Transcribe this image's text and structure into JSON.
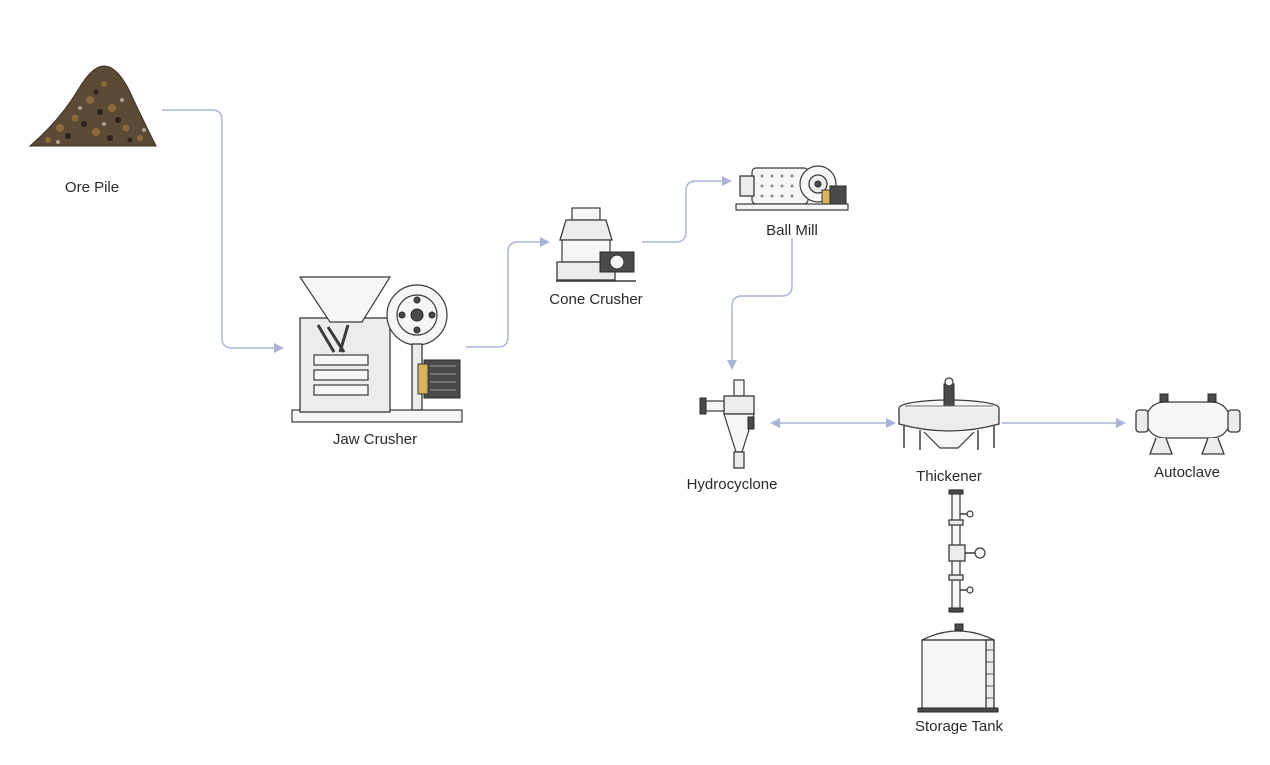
{
  "diagram": {
    "nodes": [
      {
        "id": "ore_pile",
        "label": "Ore Pile",
        "icon": "ore-pile-icon"
      },
      {
        "id": "jaw_crusher",
        "label": "Jaw Crusher",
        "icon": "jaw-crusher-icon"
      },
      {
        "id": "cone_crusher",
        "label": "Cone Crusher",
        "icon": "cone-crusher-icon"
      },
      {
        "id": "ball_mill",
        "label": "Ball Mill",
        "icon": "ball-mill-icon"
      },
      {
        "id": "hydrocyclone",
        "label": "Hydrocyclone",
        "icon": "hydrocyclone-icon"
      },
      {
        "id": "thickener",
        "label": "Thickener",
        "icon": "thickener-icon"
      },
      {
        "id": "autoclave",
        "label": "Autoclave",
        "icon": "autoclave-icon"
      },
      {
        "id": "storage_tank",
        "label": "Storage Tank",
        "icon": "storage-tank-icon"
      }
    ],
    "edges": [
      {
        "from": "ore_pile",
        "to": "jaw_crusher",
        "arrow": "end"
      },
      {
        "from": "jaw_crusher",
        "to": "cone_crusher",
        "arrow": "end"
      },
      {
        "from": "cone_crusher",
        "to": "ball_mill",
        "arrow": "end"
      },
      {
        "from": "ball_mill",
        "to": "hydrocyclone",
        "arrow": "end"
      },
      {
        "from": "hydrocyclone",
        "to": "thickener",
        "arrow": "both"
      },
      {
        "from": "thickener",
        "to": "autoclave",
        "arrow": "end"
      },
      {
        "from": "thickener",
        "to": "storage_tank",
        "arrow": "none",
        "via": "pipe-valve-icon"
      }
    ],
    "colors": {
      "connector": "#a9b3d6",
      "label": "#2a2a2a"
    }
  }
}
